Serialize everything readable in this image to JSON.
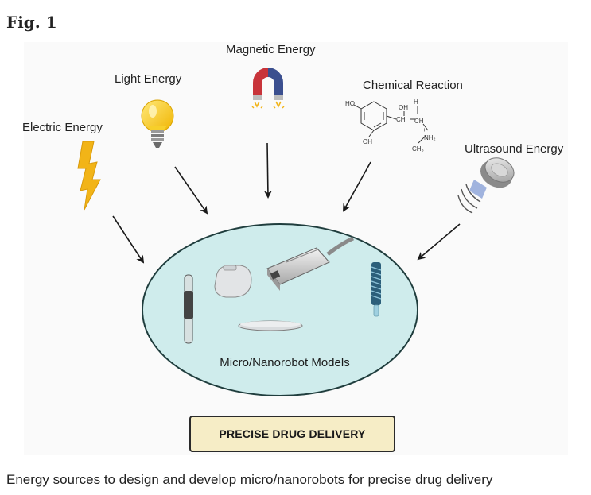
{
  "figure": {
    "label": "Fig. 1",
    "caption": "Energy sources to design and develop micro/nanorobots for precise drug delivery"
  },
  "energy_sources": [
    {
      "label": "Electric Energy",
      "icon": "lightning-bolt-icon"
    },
    {
      "label": "Light Energy",
      "icon": "light-bulb-icon"
    },
    {
      "label": "Magnetic Energy",
      "icon": "horseshoe-magnet-icon"
    },
    {
      "label": "Chemical Reaction",
      "icon": "chemical-structure-icon"
    },
    {
      "label": "Ultrasound Energy",
      "icon": "ultrasound-transducer-icon"
    }
  ],
  "center": {
    "label": "Micro/Nanorobot Models",
    "items": [
      "rod-robot-icon",
      "capsule-device-icon",
      "probe-device-icon",
      "helical-robot-icon",
      "disc-robot-icon"
    ]
  },
  "output": {
    "label": "PRECISE DRUG DELIVERY"
  },
  "chemical_labels": {
    "ho": "HO",
    "oh_ring": "OH",
    "oh_chain": "OH",
    "h": "H",
    "ch_left": "CH",
    "ch_right": "CH",
    "nh2": "NH₂",
    "plus": "+",
    "ch3": "CH₃"
  },
  "colors": {
    "ellipse_fill": "#cfecec",
    "ellipse_stroke": "#1f3d3d",
    "box_fill": "#f6edc6",
    "bolt": "#f2b417",
    "bulb": "#f7cf2a",
    "magnet_red": "#c8343a",
    "magnet_blue": "#3b4f8f"
  }
}
